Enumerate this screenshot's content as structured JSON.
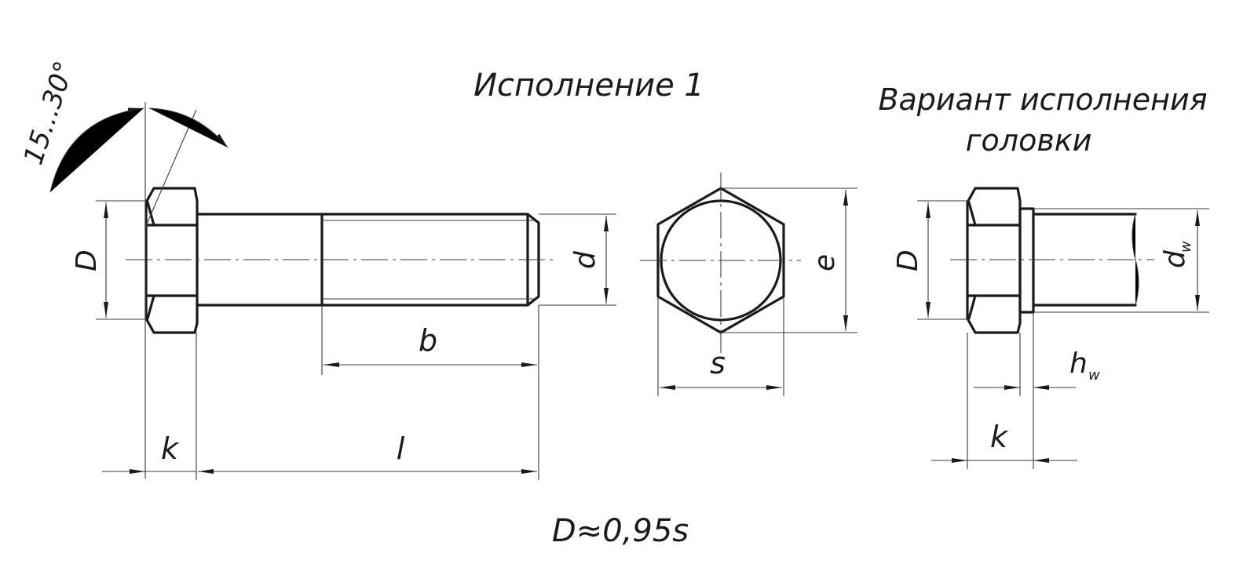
{
  "titles": {
    "execution": "Исполнение 1",
    "head_variant_line1": "Вариант исполнения",
    "head_variant_line2": "головки"
  },
  "formula": "D≈0,95s",
  "dimensions": {
    "angle": "15...30°",
    "D_main": "D",
    "d": "d",
    "b": "b",
    "k_main": "k",
    "l": "l",
    "e": "e",
    "s": "s",
    "D_variant": "D",
    "dw": "d",
    "dw_sub": "w",
    "hw": "h",
    "hw_sub": "w",
    "k_variant": "k"
  }
}
